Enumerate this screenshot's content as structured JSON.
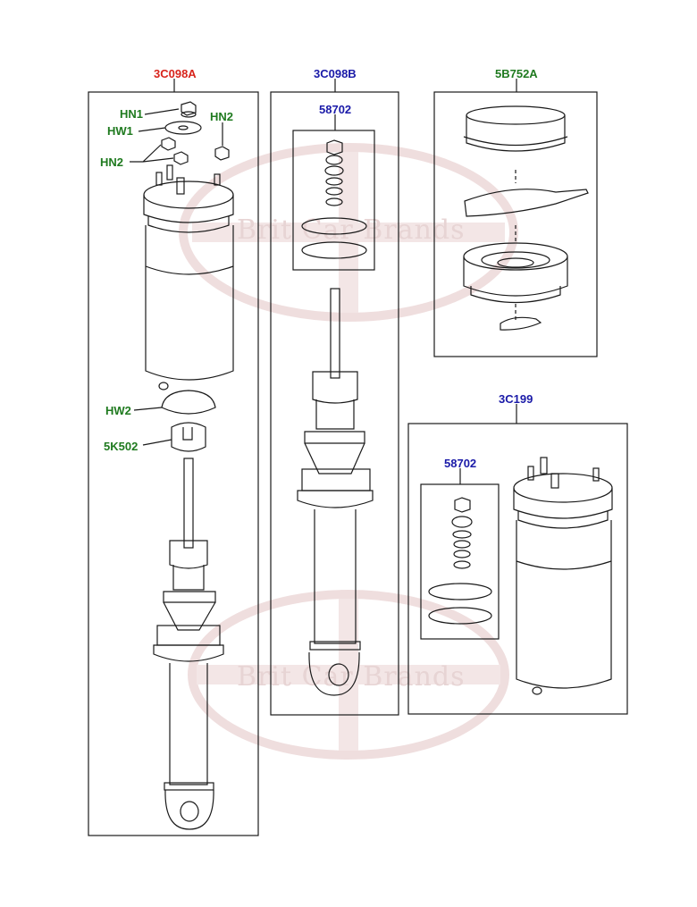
{
  "groups": {
    "g1_code": "3C098A",
    "g2_code": "3C098B",
    "g3_code": "5B752A",
    "g4_code": "3C199"
  },
  "subgroups": {
    "g2_kit": "58702",
    "g4_kit": "58702"
  },
  "callouts": {
    "hn1": "HN1",
    "hn2_right": "HN2",
    "hw1": "HW1",
    "hn2_left": "HN2",
    "hw2": "HW2",
    "k5k502": "5K502"
  },
  "watermark": {
    "text_top": "Brit Car Brands",
    "text_bottom": "Brit Car Brands"
  },
  "colors": {
    "red_code": "#d8241c",
    "blue_code": "#1a1aa8",
    "green_code": "#1f7a1f",
    "line": "#1a1a1a",
    "watermark": "#e7d4d4"
  }
}
